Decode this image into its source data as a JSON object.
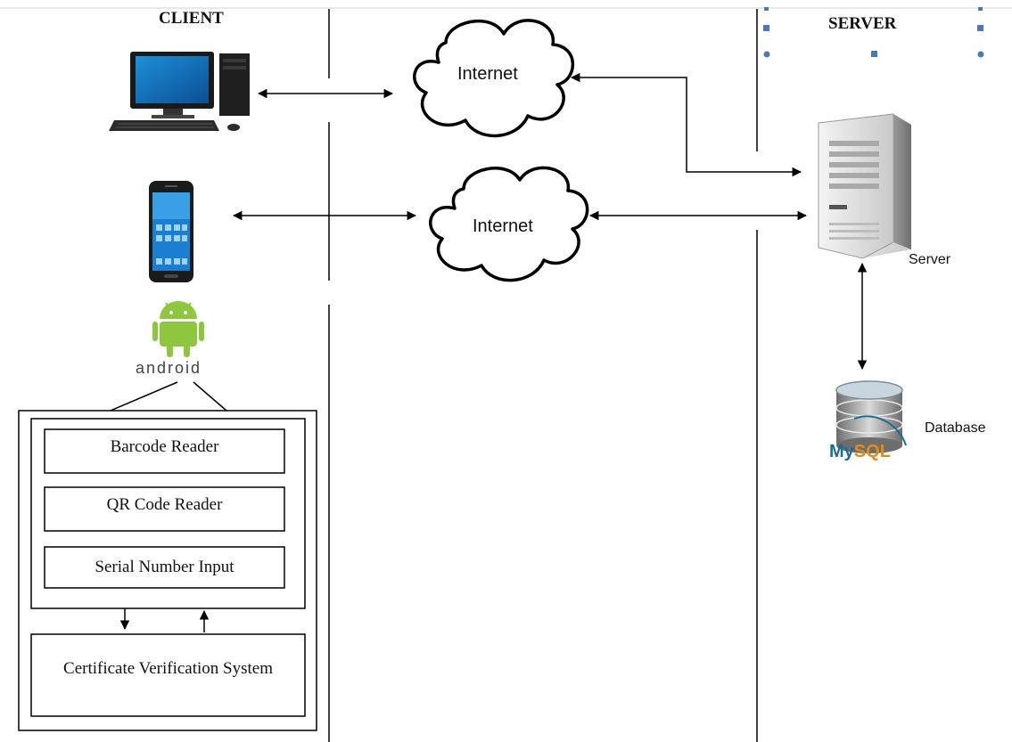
{
  "headers": {
    "client": "CLIENT",
    "server": "SERVER"
  },
  "clouds": {
    "top": "Internet",
    "bottom": "Internet"
  },
  "server_label": "Server",
  "database": {
    "label": "Database",
    "logo_text": "MySQL"
  },
  "android_logo_text": "android",
  "modules": [
    "Barcode Reader",
    "QR Code Reader",
    "Serial Number Input"
  ],
  "verification_system": "Certificate Verification System",
  "icons": [
    "desktop-computer-icon",
    "smartphone-icon",
    "android-robot-icon",
    "cloud-icon",
    "server-tower-icon",
    "mysql-database-icon"
  ],
  "colors": {
    "line": "#000000",
    "android_green": "#8ec63f",
    "selection_handle": "#4a79b8",
    "mysql_blue": "#1c6a96",
    "mysql_orange": "#e38b1b"
  }
}
